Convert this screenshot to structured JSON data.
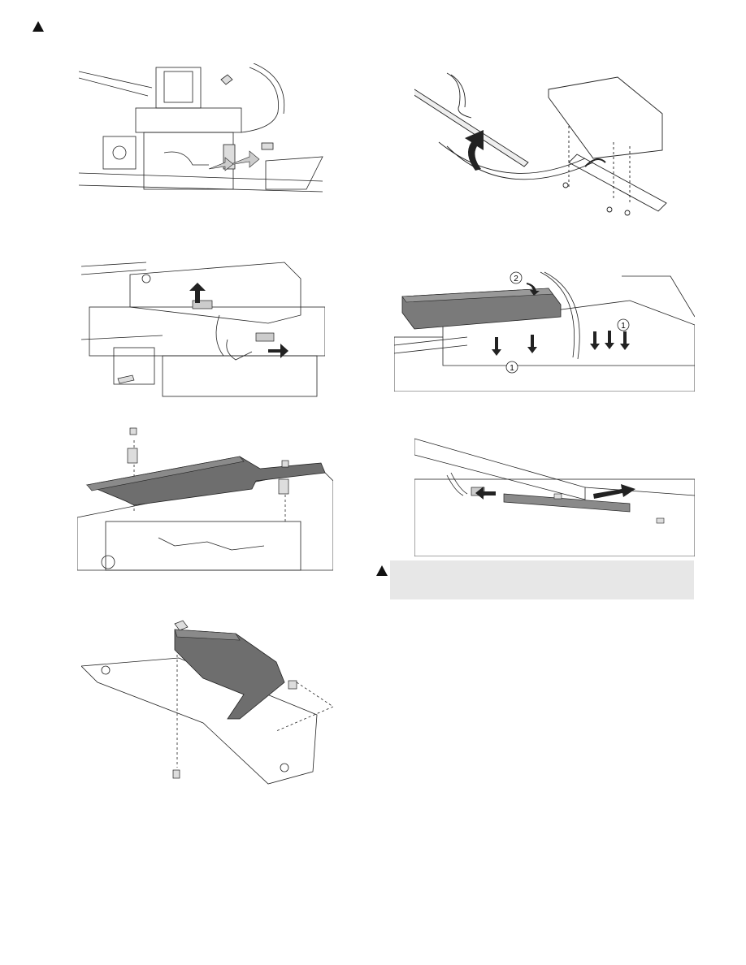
{
  "page": {
    "warning_icon": "warning-triangle-icon",
    "note_box": {
      "icon": "warning-triangle-icon",
      "text": ""
    }
  },
  "figures": {
    "fig6_callouts": {
      "num1": "1",
      "num2": "2",
      "num1b": "1"
    }
  },
  "colors": {
    "part_fill": "#7a7a7a",
    "part_fill_dark": "#5a5a5a",
    "line": "#222222",
    "note_bg": "#e7e7e7"
  }
}
